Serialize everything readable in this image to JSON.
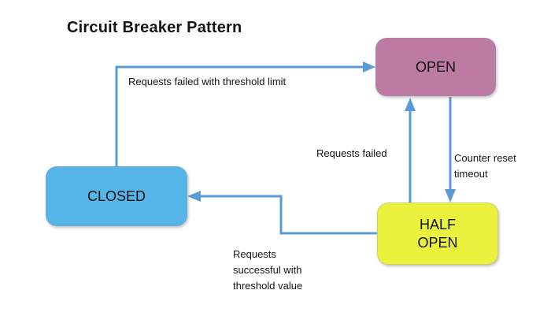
{
  "diagram": {
    "title": "Circuit Breaker Pattern",
    "background_color": "#ffffff"
  },
  "states": {
    "open": {
      "label": "OPEN",
      "color": "#bd7aa2"
    },
    "closed": {
      "label": "CLOSED",
      "color": "#56b5e8"
    },
    "half_open": {
      "label": "HALF\nOPEN",
      "color": "#ebf23d"
    }
  },
  "transitions": {
    "arrow_color": "#5b9bd5",
    "closed_to_open": {
      "from": "CLOSED",
      "to": "OPEN",
      "label": "Requests failed with threshold limit"
    },
    "half_open_to_open": {
      "from": "HALF OPEN",
      "to": "OPEN",
      "label": "Requests failed"
    },
    "open_to_half_open": {
      "from": "OPEN",
      "to": "HALF OPEN",
      "label": "Counter reset\ntimeout"
    },
    "half_open_to_closed": {
      "from": "HALF OPEN",
      "to": "CLOSED",
      "label": "Requests\nsuccessful with\nthreshold value"
    }
  }
}
